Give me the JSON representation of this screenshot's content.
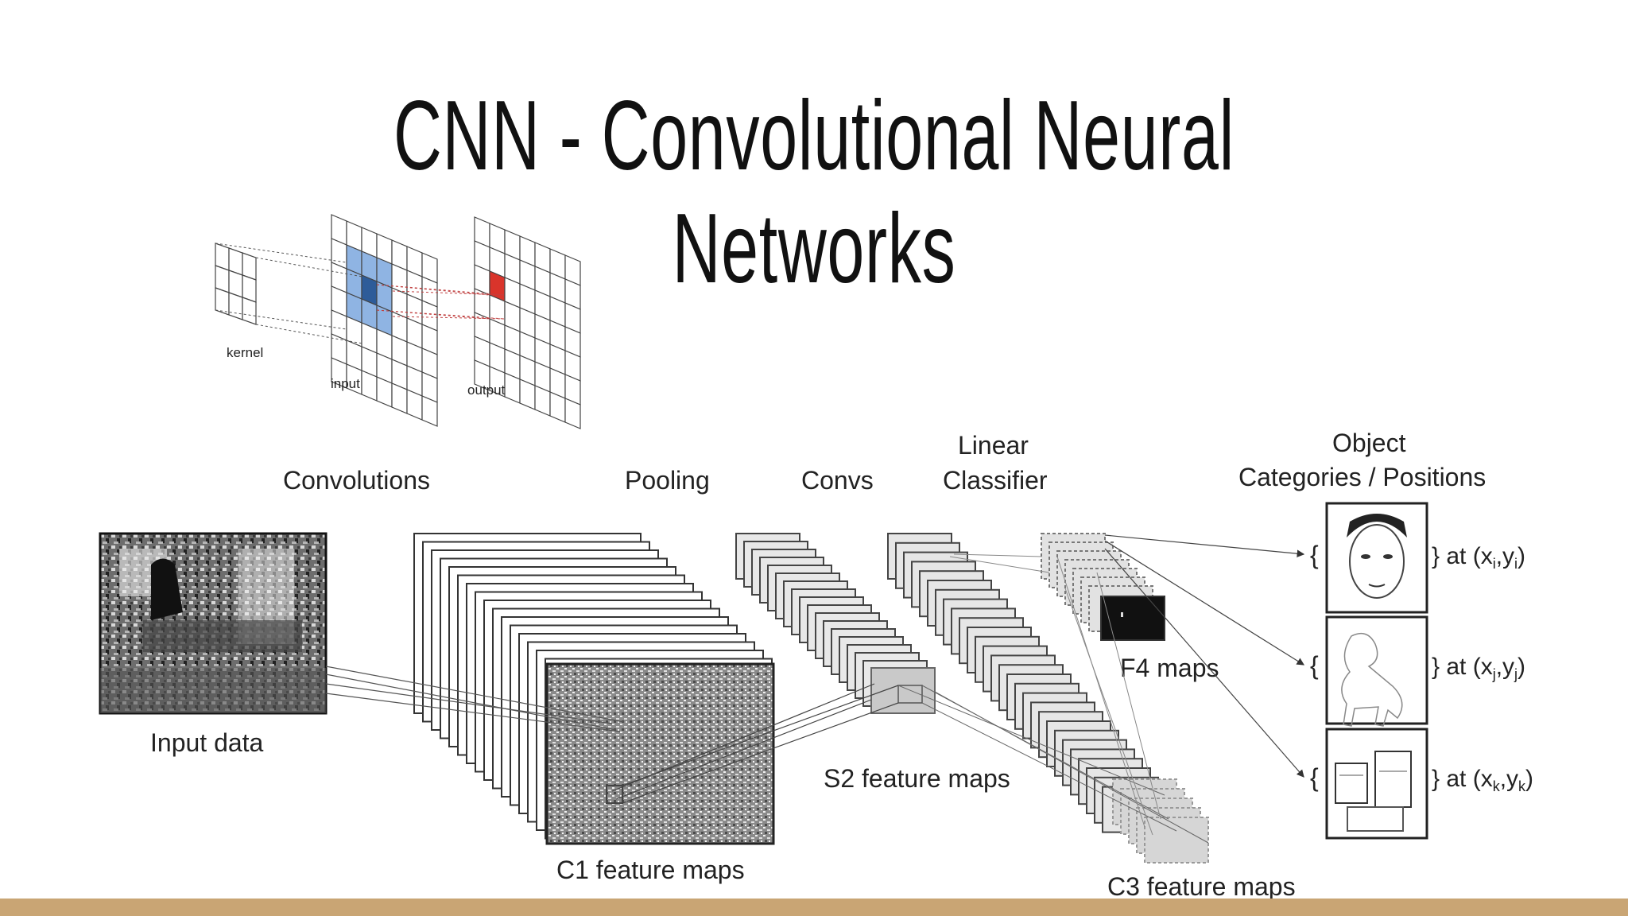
{
  "slide": {
    "title": "CNN - Convolutional Neural Networks",
    "accent_bar_color": "#c9a574"
  },
  "kernel_diagram": {
    "kernel_label": "kernel",
    "input_label": "input",
    "output_label": "output",
    "receptive_field_color": "#8fb4e3",
    "center_cell_color": "#2e5c99",
    "output_cell_color": "#d9342b"
  },
  "pipeline": {
    "stages": {
      "convolutions": "Convolutions",
      "pooling": "Pooling",
      "convs": "Convs",
      "linear_classifier_line1": "Linear",
      "linear_classifier_line2": "Classifier",
      "object_line1": "Object",
      "object_line2": "Categories / Positions"
    },
    "maps": {
      "input_data": "Input data",
      "c1": "C1 feature maps",
      "s2": "S2 feature maps",
      "c3": "C3 feature maps",
      "f4": "F4 maps"
    },
    "outputs": [
      {
        "icon": "face-sketch",
        "brace": "{",
        "text": "} at (x",
        "sub_a": "i",
        "sep": ",y",
        "sub_b": "i",
        "close": ")"
      },
      {
        "icon": "dog-sketch",
        "brace": "{",
        "text": "} at (x",
        "sub_a": "j",
        "sep": ",y",
        "sub_b": "j",
        "close": ")"
      },
      {
        "icon": "room-sketch",
        "brace": "{",
        "text": "} at (x",
        "sub_a": "k",
        "sep": ",y",
        "sub_b": "k",
        "close": ")"
      }
    ]
  }
}
